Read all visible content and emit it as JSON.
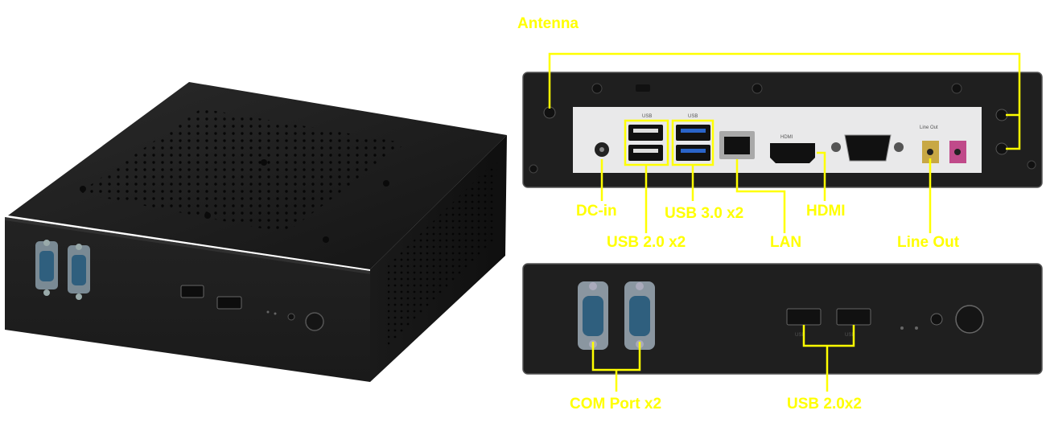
{
  "colors": {
    "callout": "#ffff00",
    "chassis": "#1c1c1c",
    "panel": "#232323",
    "io_plate": "#e9e9ea",
    "usb3_blue": "#2a64c8",
    "com_blue": "#2f5f7e",
    "line_out": "#c8a844",
    "mic_pink": "#c04a8a"
  },
  "callouts": {
    "antenna": "Antenna",
    "dc_in": "DC-in",
    "usb3": "USB 3.0 x2",
    "hdmi": "HDMI",
    "usb2_rear": "USB 2.0 x2",
    "lan": "LAN",
    "line_out": "Line Out",
    "com_port": "COM Port x2",
    "usb2_front": "USB 2.0x2"
  },
  "port_legends": {
    "usb_rear": "USB",
    "usb3_rear": "USB",
    "hdmi_rear": "HDMI",
    "line_out": "Line Out",
    "usb_front_1": "USB",
    "usb_front_2": "USB"
  },
  "icons": [
    "antenna-hole-icon",
    "dc-jack-icon",
    "usb-port-icon",
    "rj45-port-icon",
    "hdmi-port-icon",
    "vga-port-icon",
    "audio-jack-icon",
    "db9-port-icon",
    "power-button-icon",
    "led-icon"
  ]
}
